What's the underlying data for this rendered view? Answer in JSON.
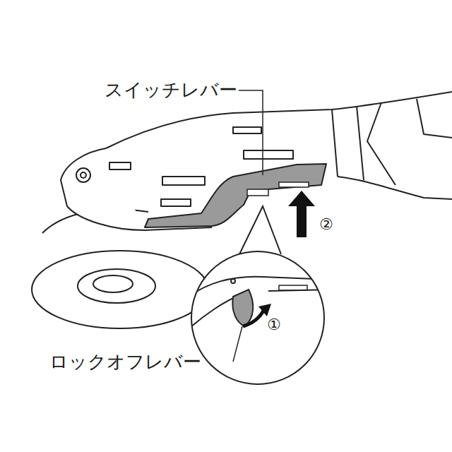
{
  "diagram": {
    "labels": [
      "スイッチレバー",
      "ロックオフレバー",
      "①",
      "②"
    ]
  }
}
